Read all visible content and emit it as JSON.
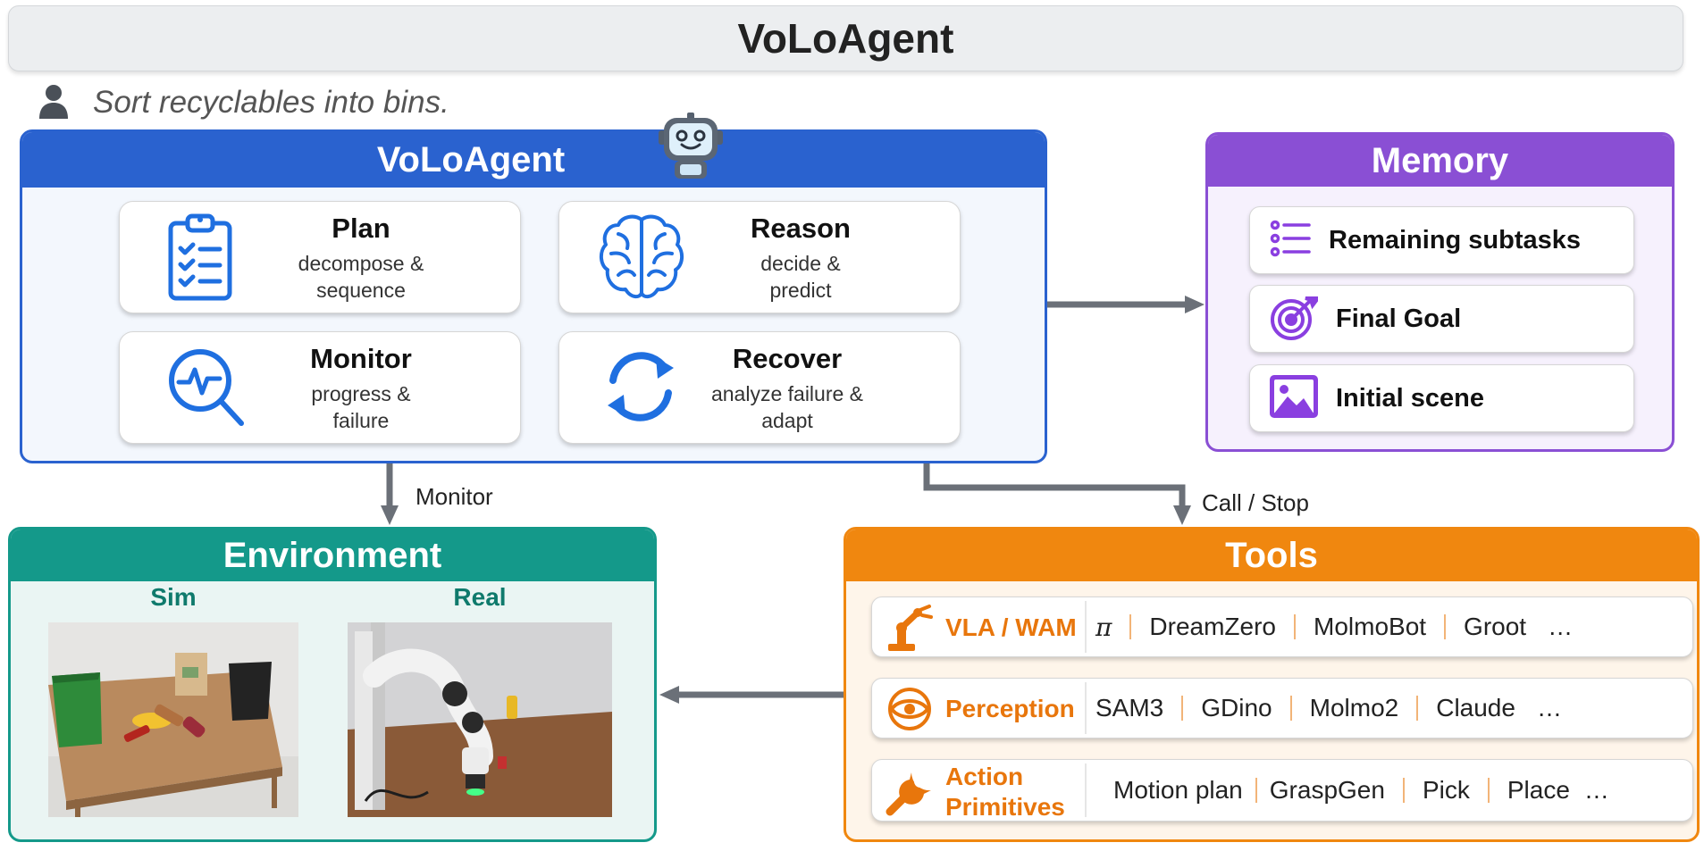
{
  "title": "VoLoAgent",
  "task": {
    "text": "Sort recyclables into bins."
  },
  "agent": {
    "title": "VoLoAgent",
    "cards": [
      {
        "title": "Plan",
        "sub1": "decompose &",
        "sub2": "sequence"
      },
      {
        "title": "Reason",
        "sub1": "decide &",
        "sub2": "predict"
      },
      {
        "title": "Monitor",
        "sub1": "progress &",
        "sub2": "failure"
      },
      {
        "title": "Recover",
        "sub1": "analyze failure &",
        "sub2": "adapt"
      }
    ]
  },
  "memory": {
    "title": "Memory",
    "items": [
      "Remaining subtasks",
      "Final Goal",
      "Initial scene"
    ]
  },
  "flows": {
    "monitor": "Monitor",
    "call_stop": "Call / Stop"
  },
  "environment": {
    "title": "Environment",
    "sim": "Sim",
    "real": "Real"
  },
  "tools": {
    "title": "Tools",
    "rows": [
      {
        "name": "VLA / WAM",
        "items": [
          "π",
          "DreamZero",
          "MolmoBot",
          "Groot",
          "…"
        ]
      },
      {
        "name": "Perception",
        "items": [
          "SAM3",
          "GDino",
          "Molmo2",
          "Claude",
          "…"
        ]
      },
      {
        "name1": "Action",
        "name2": "Primitives",
        "items": [
          "Motion plan",
          "GraspGen",
          "Pick",
          "Place",
          "…"
        ]
      }
    ]
  },
  "colors": {
    "agent": "#2a62cf",
    "memory": "#8a4fd4",
    "environment": "#14998a",
    "tools": "#f0870f",
    "arrow": "#6b7078"
  }
}
